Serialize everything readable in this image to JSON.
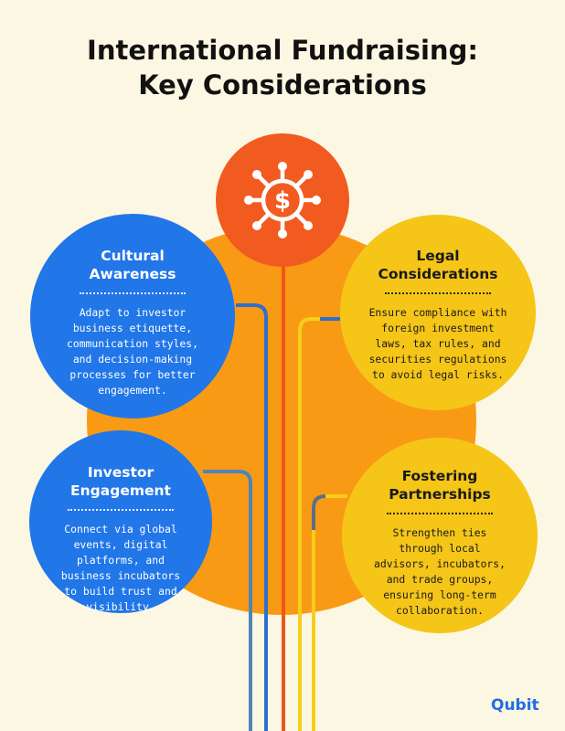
{
  "title": {
    "line1": "International Fundraising:",
    "line2": "Key Considerations"
  },
  "center": {
    "icon": "dollar-network-icon",
    "color": "#f25b1f"
  },
  "cards": [
    {
      "heading": [
        "Cultural",
        "Awareness"
      ],
      "body": [
        "Adapt to investor",
        "business etiquette,",
        "communication styles,",
        "and decision-making",
        "processes for better",
        "engagement."
      ],
      "color": "#2176e8"
    },
    {
      "heading": [
        "Legal",
        "Considerations"
      ],
      "body": [
        "Ensure compliance with",
        "foreign investment",
        "laws, tax rules, and",
        "securities regulations",
        "to avoid legal risks."
      ],
      "color": "#f5c518"
    },
    {
      "heading": [
        "Investor",
        "Engagement"
      ],
      "body": [
        "Connect via global",
        "events, digital",
        "platforms, and",
        "business incubators",
        "to build trust and",
        "visibility."
      ],
      "color": "#2176e8"
    },
    {
      "heading": [
        "Fostering",
        "Partnerships"
      ],
      "body": [
        "Strengthen ties",
        "through local",
        "advisors, incubators,",
        "and trade groups,",
        "ensuring long-term",
        "collaboration."
      ],
      "color": "#f5c518"
    }
  ],
  "colors": {
    "background": "#fcf7e3",
    "orange_disc": "#f99a14",
    "line_blue": "#2f6fcf",
    "line_steel": "#4f84b8",
    "line_red": "#f0561a",
    "line_yellow": "#f7cd1a"
  },
  "brand": {
    "logo": "Qubit",
    "icon": "qubit-logo"
  }
}
